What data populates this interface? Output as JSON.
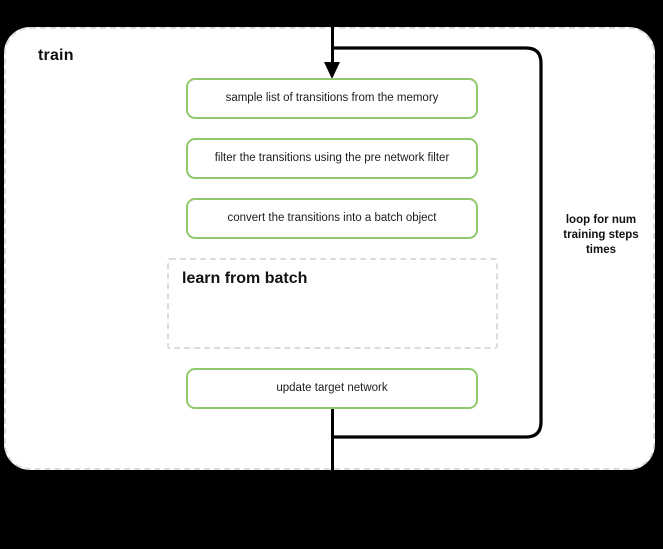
{
  "diagram": {
    "background_color": "#000000",
    "container": {
      "title": "train",
      "border_style": "dashed",
      "border_color": "#dcdcdc",
      "fill_color": "#ffffff"
    },
    "steps": [
      {
        "id": "step-1",
        "label": "sample list of transitions from the memory",
        "border_color": "#8fc96b"
      },
      {
        "id": "step-2",
        "label": "filter the transitions using the pre network filter",
        "border_color": "#8fc96b"
      },
      {
        "id": "step-3",
        "label": "convert the transitions into a batch object",
        "border_color": "#8fc96b"
      },
      {
        "id": "step-4",
        "label": "update target network",
        "border_color": "#8fc96b"
      }
    ],
    "subgraph": {
      "title": "learn from batch",
      "border_style": "dashed",
      "border_color": "#dcdcdc"
    },
    "loop": {
      "caption": "loop for num training steps times",
      "line_color": "#000000"
    },
    "icons": {
      "flow_arrow": "arrow-down-icon",
      "loop_connector": "loop-back-connector-icon"
    }
  }
}
